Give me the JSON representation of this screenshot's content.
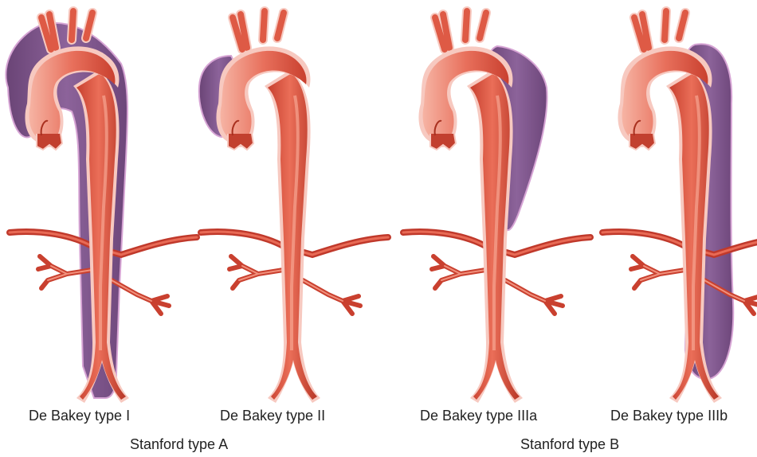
{
  "panels": [
    {
      "label": "De Bakey type I",
      "dissection": "full"
    },
    {
      "label": "De Bakey type II",
      "dissection": "ascending"
    },
    {
      "label": "De Bakey type IIIa",
      "dissection": "descending-upper"
    },
    {
      "label": "De Bakey type IIIb",
      "dissection": "descending-full"
    }
  ],
  "groups": [
    {
      "label": "Stanford type A"
    },
    {
      "label": "Stanford type B"
    }
  ],
  "colors": {
    "lumen_light": "#f4a08e",
    "lumen_mid": "#e05a46",
    "lumen_dark": "#b93a2c",
    "false_lumen": "#7b5286",
    "false_lumen_edge": "#c99ac8",
    "outline": "#f7c9c0"
  }
}
